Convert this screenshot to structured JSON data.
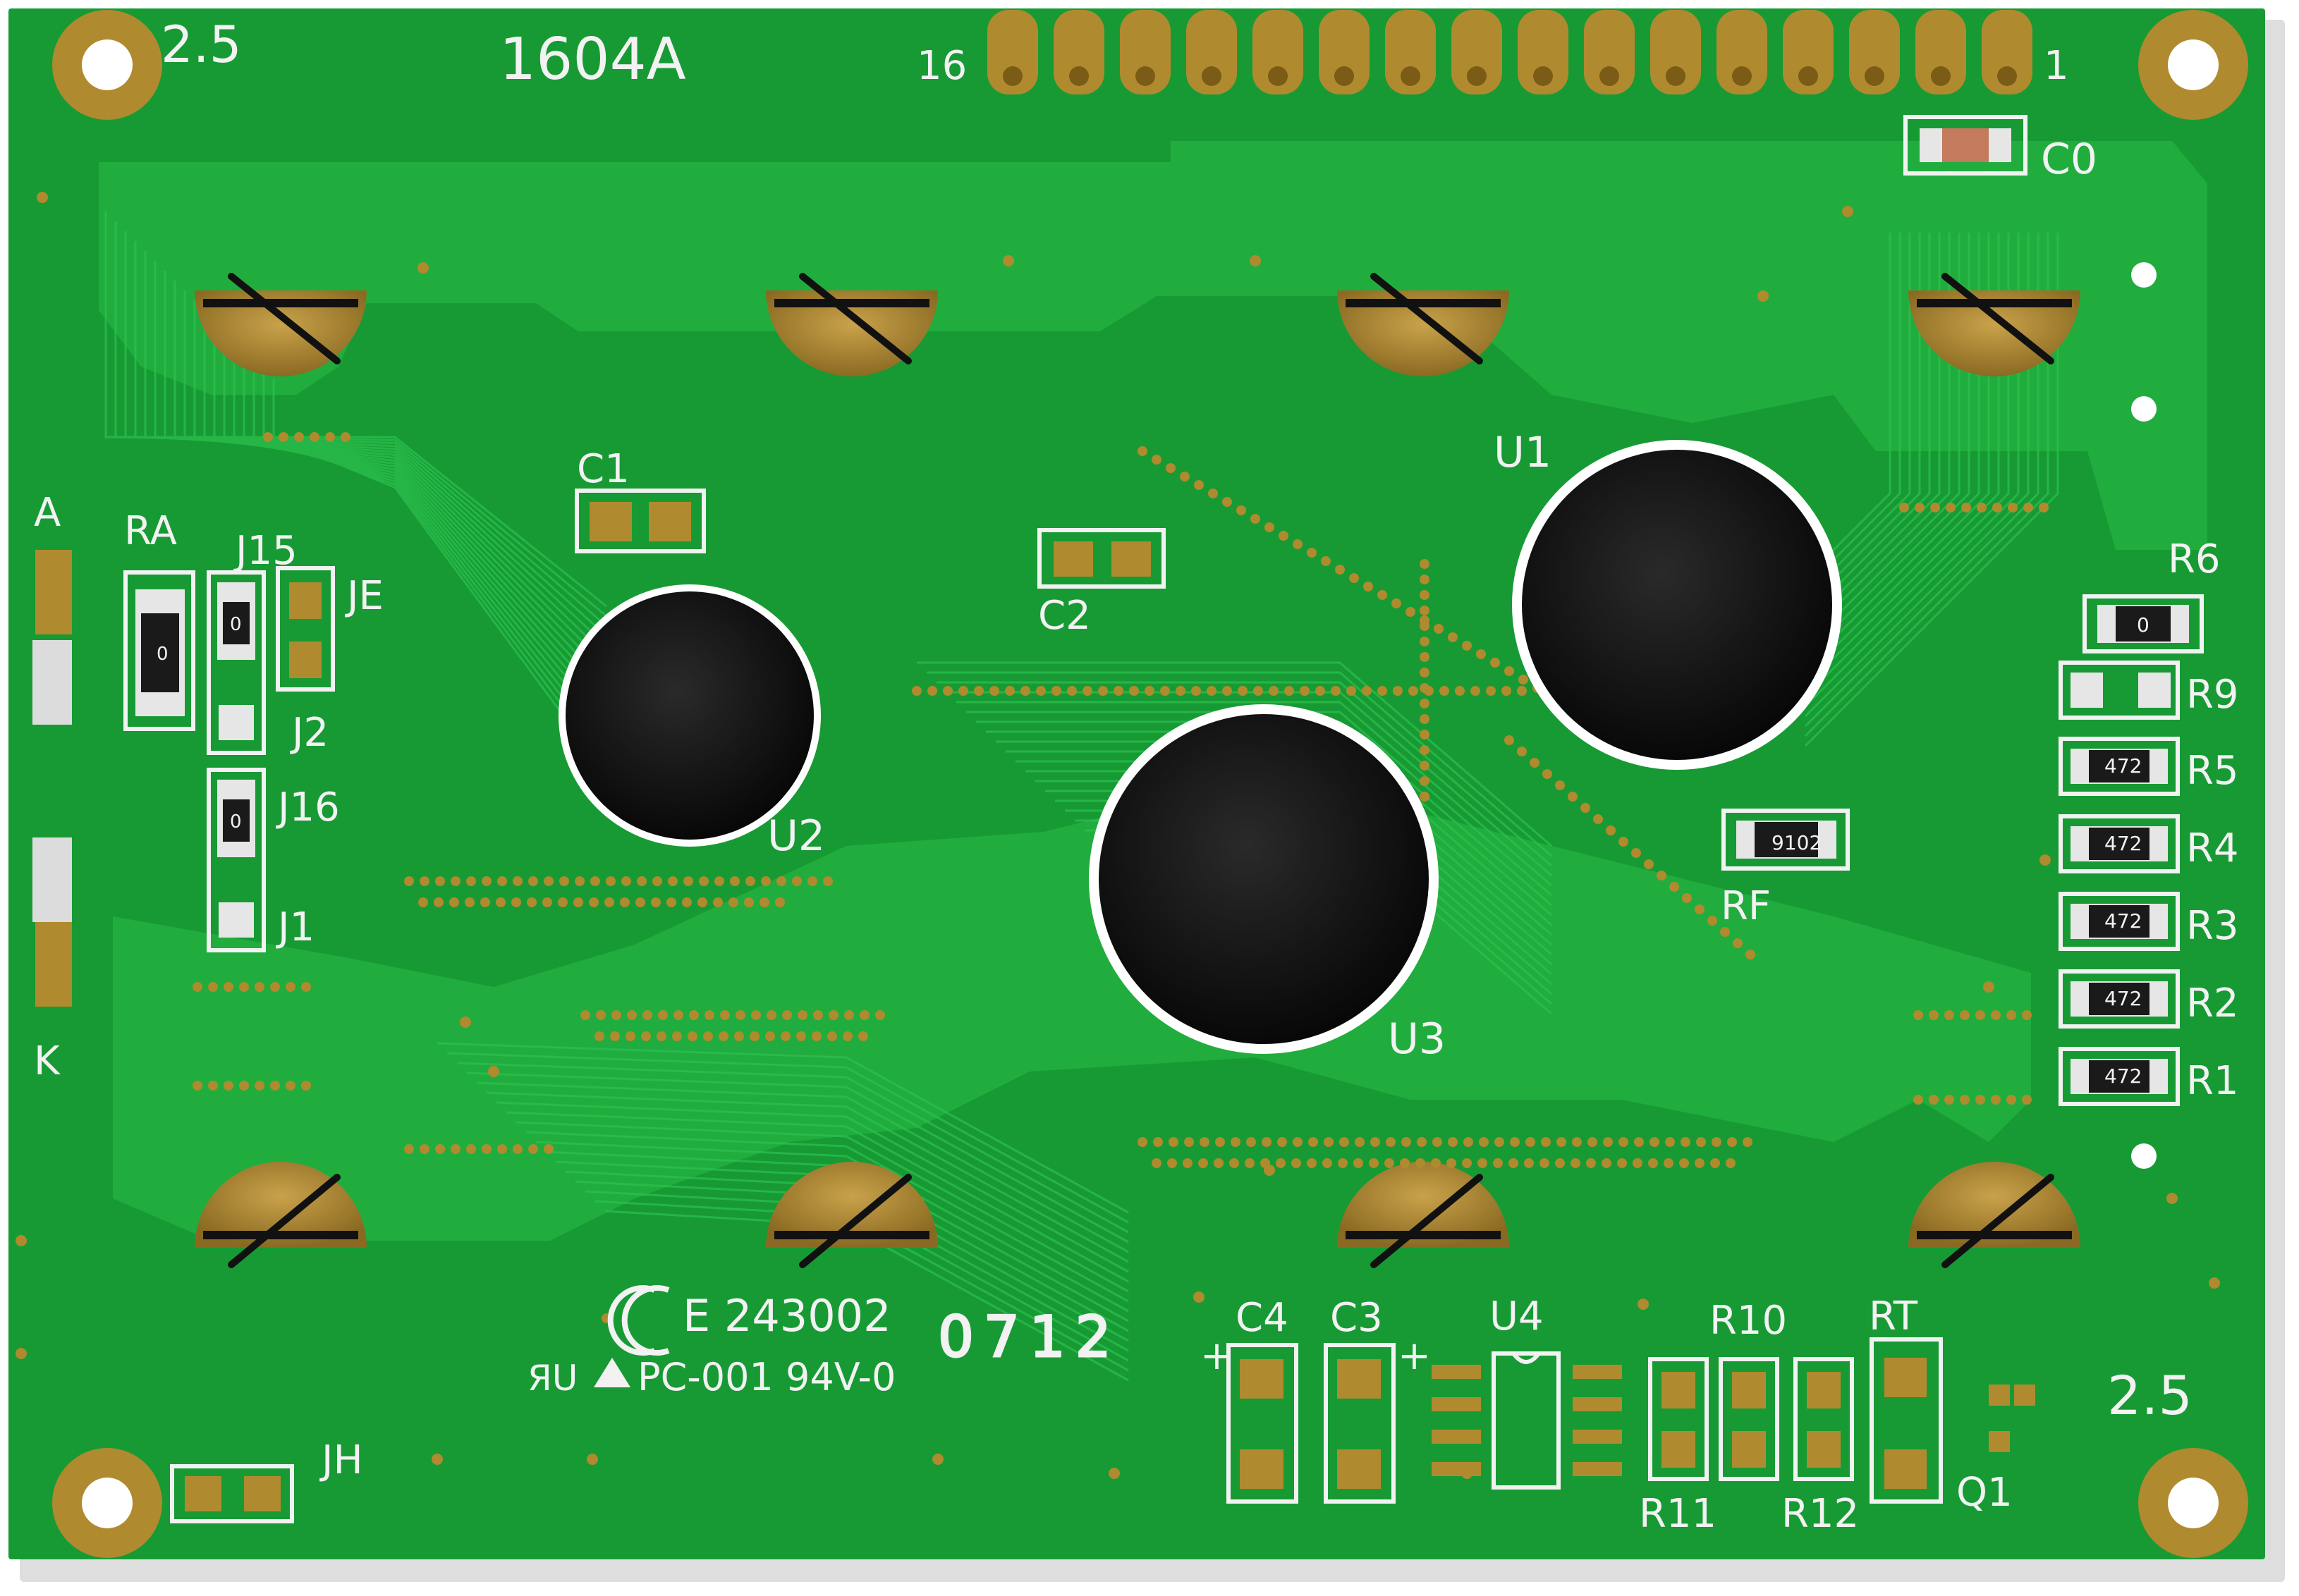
{
  "board": {
    "colors": {
      "board": "#179a34",
      "board_dark": "#0f7d27",
      "trace": "#23b845",
      "copper": "#b08a2e",
      "copper_dark": "#7a5c17",
      "silkscreen": "#f2f2f2",
      "blob": "#111111"
    },
    "model": "1604A",
    "corner_marks": {
      "top_left": "2.5",
      "bottom_right": "2.5"
    },
    "header_pins": {
      "first": "16",
      "last": "1"
    },
    "cob_chips": [
      {
        "label": "U1"
      },
      {
        "label": "U2"
      },
      {
        "label": "U3"
      }
    ],
    "left_labels": {
      "anode": "A",
      "cathode": "K"
    },
    "components_left": [
      "RA",
      "J15",
      "JE",
      "J2",
      "J16",
      "J1"
    ],
    "components_mid": [
      "C1",
      "C2",
      "RF"
    ],
    "rf_code": "9102",
    "right_resistors": [
      {
        "label": "R6",
        "code": "0"
      },
      {
        "label": "R9",
        "code": ""
      },
      {
        "label": "R5",
        "code": "472"
      },
      {
        "label": "R4",
        "code": "472"
      },
      {
        "label": "R3",
        "code": "472"
      },
      {
        "label": "R2",
        "code": "472"
      },
      {
        "label": "R1",
        "code": "472"
      }
    ],
    "top_right_cap": "C0",
    "left_resistor_codes": {
      "ra": "0",
      "j15": "0",
      "j16": "0"
    },
    "bottom_components": [
      "C4",
      "C3",
      "U4",
      "R10",
      "RT",
      "R11",
      "R12",
      "Q1"
    ],
    "polarity_marks": [
      "+",
      "+"
    ],
    "jumper_bottom": "JH",
    "ul_file": "E 243002",
    "pcb_spec": "PC-001  94V-0",
    "date_code": "0712"
  }
}
